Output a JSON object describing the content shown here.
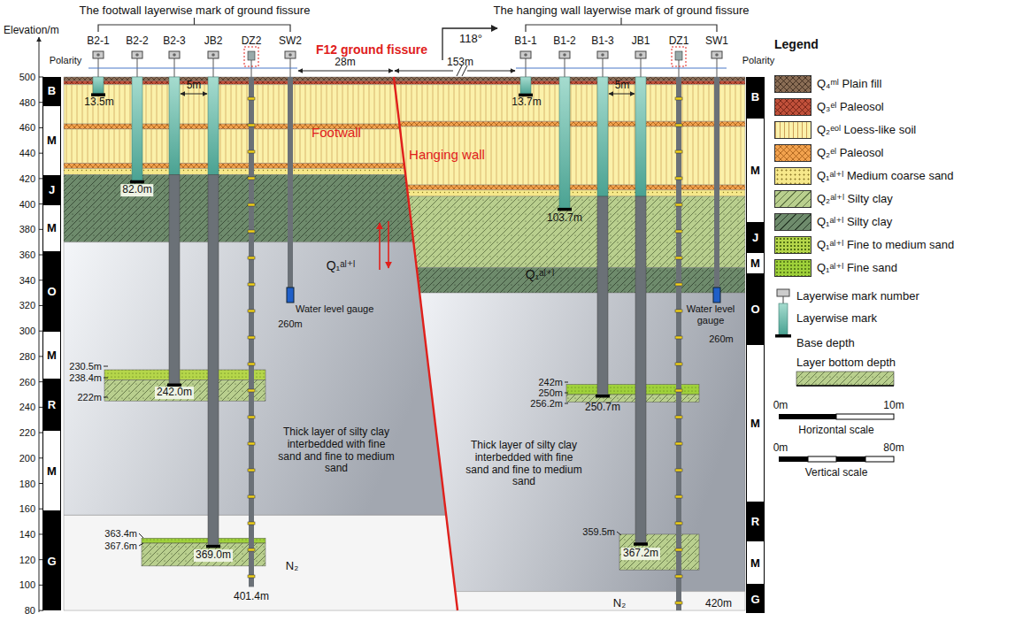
{
  "diagram": {
    "nodes": [
      {
        "text": [
          "B"
        ]
      },
      {
        "text": [
          "M"
        ]
      },
      {
        "text": [
          "J"
        ]
      },
      {
        "text": [
          "M"
        ]
      },
      {
        "text": [
          "O"
        ]
      },
      {
        "text": [
          "M"
        ]
      },
      {
        "text": [
          "R"
        ]
      },
      {
        "text": [
          "M"
        ]
      },
      {
        "text": [
          "G"
        ]
      },
      {
        "text": [
          "B"
        ]
      },
      {
        "text": [
          "M"
        ]
      },
      {
        "text": [
          "J"
        ]
      },
      {
        "text": [
          "M"
        ]
      },
      {
        "text": [
          "O"
        ]
      },
      {
        "text": [
          "M"
        ]
      },
      {
        "text": [
          "R"
        ]
      },
      {
        "text": [
          "M"
        ]
      },
      {
        "text": [
          "G"
        ]
      }
    ],
    "labels": [
      "The footwall layerwise mark of ground fissure",
      "The hanging wall layerwise mark of ground fissure",
      "Elevation/m",
      "118°",
      "B2-1",
      "B2-2",
      "B2-3",
      "JB2",
      "DZ2",
      "SW2",
      "B1-1",
      "B1-2",
      "B1-3",
      "JB1",
      "DZ1",
      "SW1",
      "Polarity",
      "Polarity",
      "F12 ground fissure",
      "28m",
      "153m",
      "500",
      "480",
      "460",
      "440",
      "420",
      "400",
      "380",
      "360",
      "340",
      "320",
      "300",
      "280",
      "260",
      "240",
      "220",
      "200",
      "180",
      "160",
      "140",
      "120",
      "100",
      "80",
      "13.5m",
      "5m",
      "82.0m",
      "Footwall",
      "Hanging wall",
      "13.7m",
      "5m",
      "103.7m",
      "Water level gauge",
      "260m",
      "Q₁ᵃˡ⁺ˡ",
      "230.5m",
      "238.4m",
      "222m",
      "242.0m",
      "363.4m",
      "367.6m",
      "369.0m",
      "N₂",
      "401.4m",
      "Thick layer of silty clay interbedded with fine sand and fine to medium sand",
      "Q₁ᵃˡ⁺ˡ",
      "Thick layer of silty clay interbedded with fine sand and fine to medium sand",
      "242m",
      "250m",
      "256.2m",
      "250.7m",
      "359.5m",
      "367.2m",
      "N₂",
      "420m",
      "Water level gauge",
      "260m",
      "Legend",
      "0m",
      "10m",
      "Horizontal scale",
      "0m",
      "80m",
      "Vertical scale"
    ],
    "legend": [
      {
        "text": "Q₄ᵐˡ Plain fill",
        "color": "#8a6d55"
      },
      {
        "text": "Q₃ᵉˡ Paleosol",
        "color": "#c0503a"
      },
      {
        "text": "Q₂ᵉᵒˡ Loess-like soil",
        "color": "#fbf1aa"
      },
      {
        "text": "Q₂ᵉˡ Paleosol",
        "color": "#f2a24e"
      },
      {
        "text": "Q₁ᵃˡ⁺ˡ Medium coarse sand",
        "color": "#f6e88a"
      },
      {
        "text": "Q₂ᵃˡ⁺ˡ Silty clay",
        "color": "#b9cf8e"
      },
      {
        "text": "Q₁ᵃˡ⁺ˡ Silty clay",
        "color": "#6e8b6c"
      },
      {
        "text": "Q₁ᵃˡ⁺ˡ Fine to medium sand",
        "color": "#b5d64a"
      },
      {
        "text": "Q₁ᵃˡ⁺ˡ Fine sand",
        "color": "#9fd13a"
      },
      {
        "text": "Layerwise mark number"
      },
      {
        "text": "Layerwise mark"
      },
      {
        "text": "Base depth"
      },
      {
        "text": "Layer bottom depth"
      }
    ]
  }
}
